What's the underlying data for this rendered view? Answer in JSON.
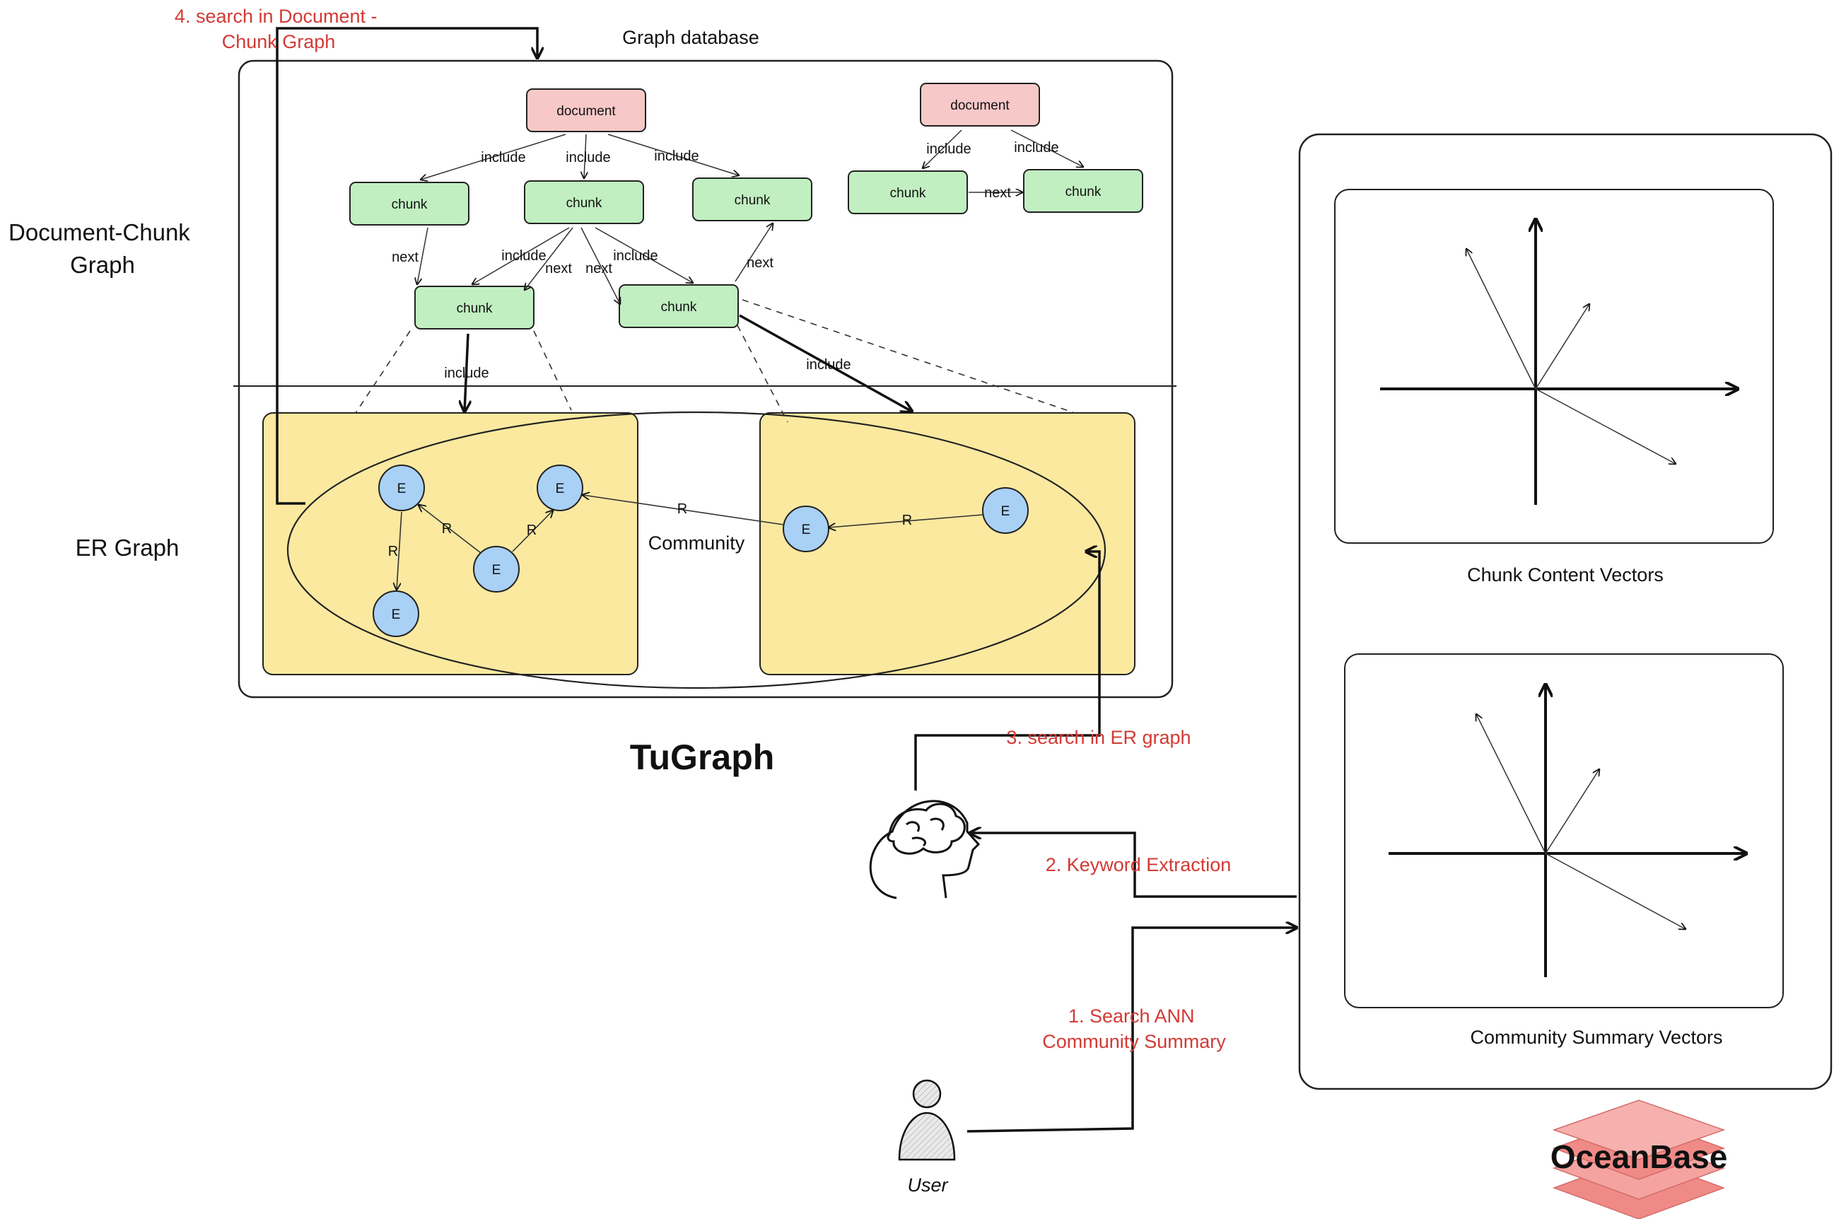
{
  "graph_db": {
    "title": "Graph database",
    "section_doc_label": [
      "Document-Chunk",
      "Graph"
    ],
    "section_er_label": "ER Graph",
    "brand": "TuGraph",
    "community_label": "Community",
    "doc_node": "document",
    "chunk_node": "chunk",
    "entity_node": "E",
    "relation_label": "R",
    "edge_include": "include",
    "edge_next": "next"
  },
  "vector_store": {
    "chunk_vectors_label": "Chunk Content Vectors",
    "community_vectors_label": "Community Summary Vectors",
    "brand": "OceanBase"
  },
  "steps": {
    "step1": [
      "1. Search ANN",
      "Community Summary"
    ],
    "step2": "2. Keyword Extraction",
    "step3": "3. search in ER graph",
    "step4": [
      "4. search in Document -",
      "Chunk Graph"
    ]
  },
  "actors": {
    "user": "User"
  },
  "colors": {
    "document_fill": "#f7c8c8",
    "chunk_fill": "#c1efc1",
    "community_fill": "#fbe9a0",
    "entity_fill": "#a9d0f5",
    "step_text": "#d23a35",
    "ocean_layer": "#f08a86"
  }
}
